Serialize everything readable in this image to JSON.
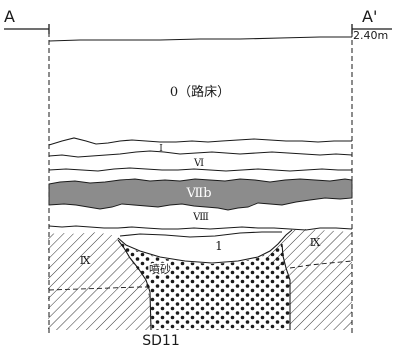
{
  "endpoint_left": "A",
  "endpoint_right": "A'",
  "elevation": "2.40m",
  "layers": {
    "l0": "0（路床）",
    "lI": "Ⅰ",
    "lVI": "Ⅵ",
    "lVIIb": "Ⅶb",
    "lVIII": "Ⅷ",
    "l1": "1",
    "lIX_left": "Ⅸ",
    "lIX_right": "Ⅸ",
    "sand": "噴砂"
  },
  "feature_label": "SD11",
  "colors": {
    "line": "#1a1a1a",
    "layer_fill": "#8c8c8c",
    "background": "#ffffff"
  }
}
